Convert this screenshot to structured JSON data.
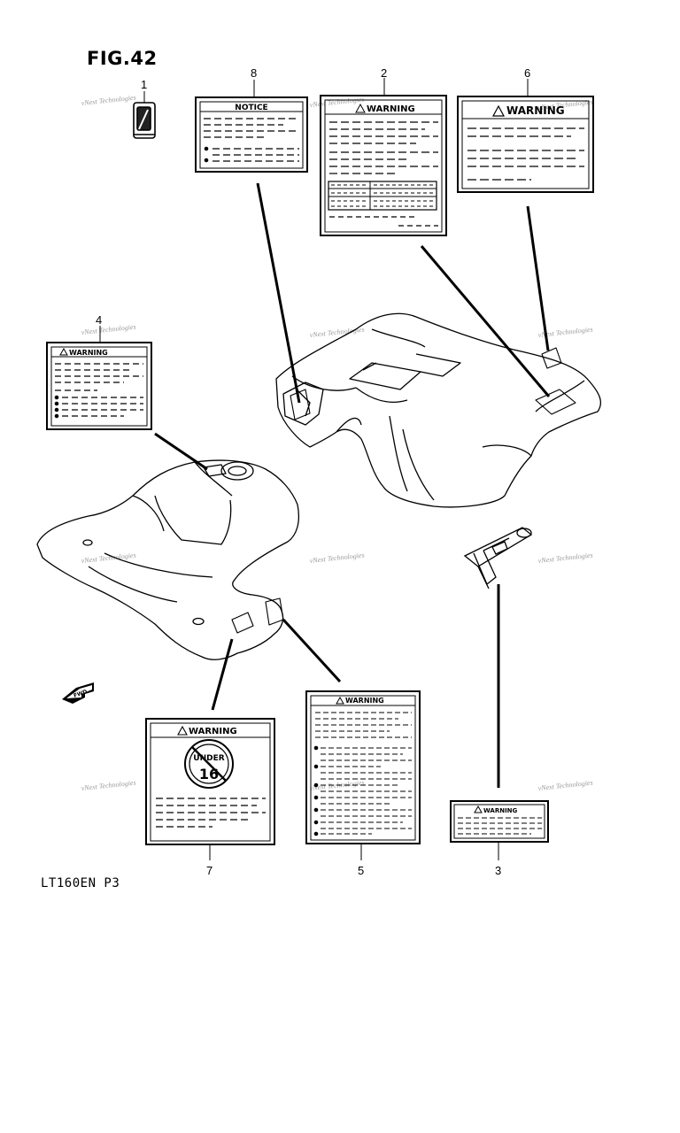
{
  "figure": {
    "title": "FIG.42",
    "model_code": "LT160EN P3"
  },
  "labels": {
    "notice": "NOTICE",
    "warning": "WARNING",
    "under16_top": "UNDER",
    "under16_bottom": "16",
    "fwd": "FWD"
  },
  "callouts": [
    "1",
    "2",
    "3",
    "4",
    "5",
    "6",
    "7",
    "8"
  ],
  "watermark": {
    "line1": "vNext Technologies",
    "line2": "vNext Technologies"
  }
}
